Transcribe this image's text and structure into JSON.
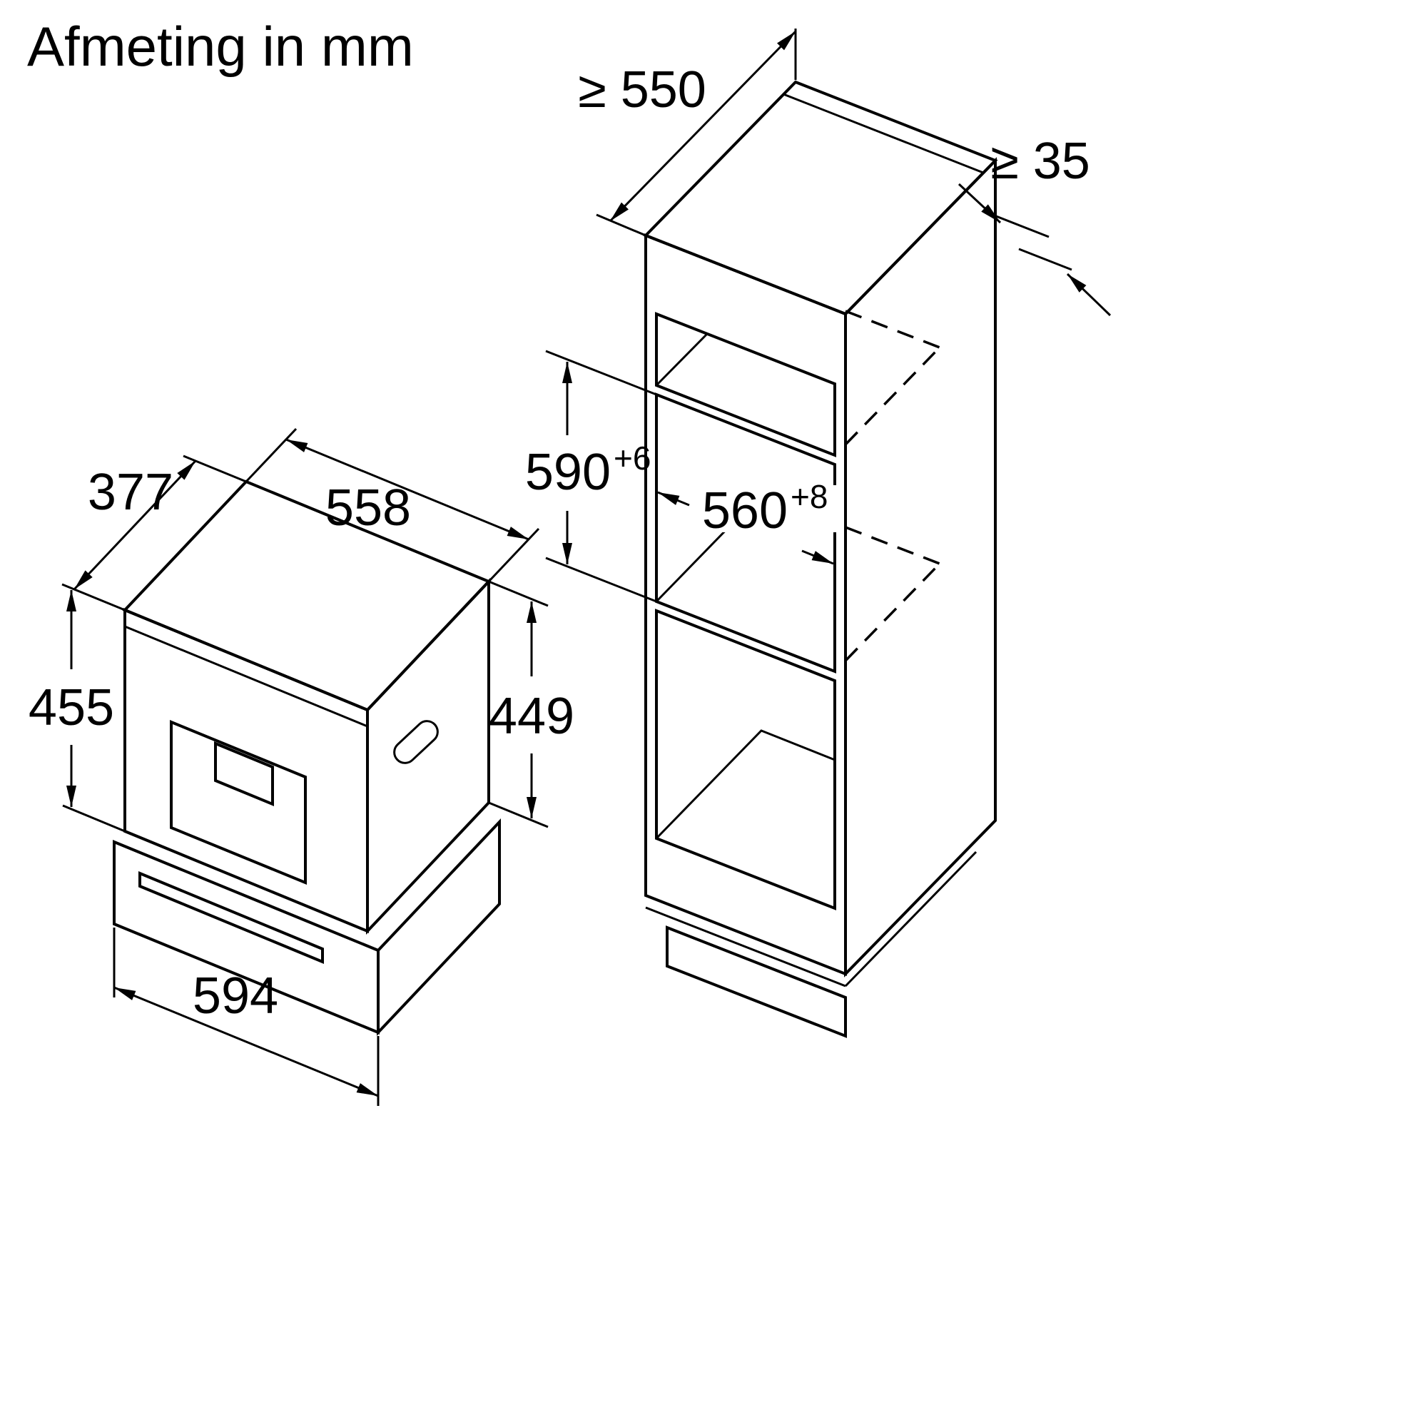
{
  "title": "Afmeting in mm",
  "appliance": {
    "top_depth": "377",
    "top_width": "558",
    "front_height": "455",
    "side_height": "449",
    "bottom_width": "594"
  },
  "cabinet": {
    "min_depth": "≥ 550",
    "min_rear_gap": "≥ 35",
    "niche_height": {
      "value": "590",
      "tolerance": "+6"
    },
    "niche_width": {
      "value": "560",
      "tolerance": "+8"
    }
  },
  "colors": {
    "line": "#000000",
    "background": "#ffffff"
  }
}
